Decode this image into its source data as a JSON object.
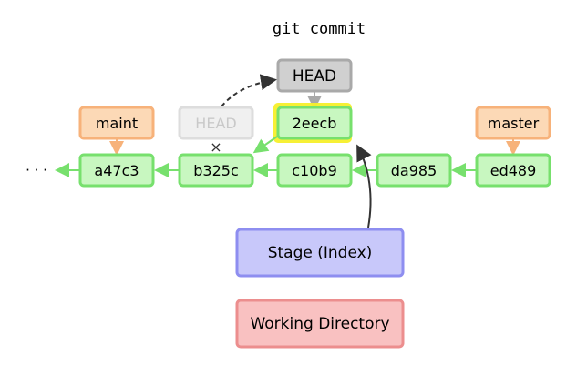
{
  "title": "git commit",
  "ellipsis": "· · ·",
  "cross": "×",
  "labels": {
    "head_new": "HEAD",
    "head_old": "HEAD",
    "maint": "maint",
    "master": "master"
  },
  "commits": {
    "a47c3": "a47c3",
    "b325c": "b325c",
    "c10b9": "c10b9",
    "da985": "da985",
    "ed489": "ed489",
    "new": "2eecb"
  },
  "areas": {
    "stage": "Stage (Index)",
    "workdir": "Working Directory"
  },
  "colors": {
    "commit_fill": "#c8f7c0",
    "commit_stroke": "#77e06d",
    "branch_fill": "#fcd9b6",
    "branch_stroke": "#f7b27a",
    "head_fill": "#d0d0d0",
    "head_stroke": "#a9a9a9",
    "ghost_fill": "#f0f0f0",
    "ghost_stroke": "#dddddd",
    "highlight": "#f7ef2a",
    "stage_fill": "#c8c8fa",
    "stage_stroke": "#8e8ef0",
    "workdir_fill": "#f9c1c1",
    "workdir_stroke": "#ec8e8e"
  }
}
